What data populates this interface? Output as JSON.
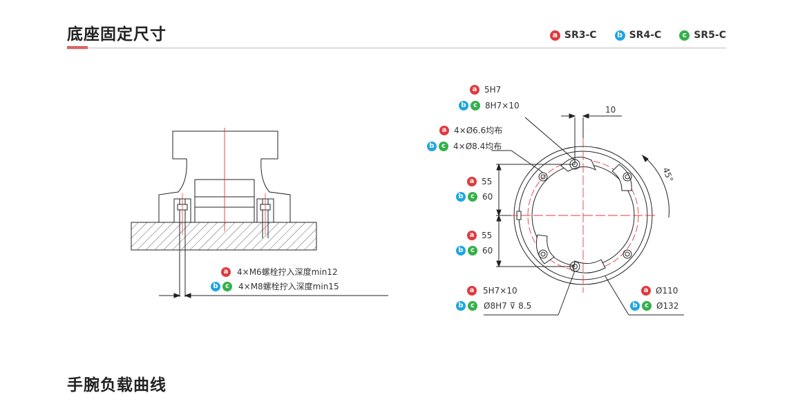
{
  "header": {
    "title": "底座固定尺寸",
    "legend": [
      {
        "badge": "a",
        "label": "SR3-C",
        "color": "#e03a3e"
      },
      {
        "badge": "b",
        "label": "SR4-C",
        "color": "#1fa6e0"
      },
      {
        "badge": "c",
        "label": "SR5-C",
        "color": "#34b04a"
      }
    ]
  },
  "left_drawing": {
    "bolt_note_a": "4×M6螺栓拧入深度min12",
    "bolt_note_bc": "4×M8螺栓拧入深度min15"
  },
  "right_drawing": {
    "pin_top_a": "5H7",
    "pin_top_bc": "8H7×10",
    "holes_a": "4×Ø6.6均布",
    "holes_bc": "4×Ø8.4均布",
    "offset": "10",
    "angle": "45°",
    "upper_a": "55",
    "upper_bc": "60",
    "lower_a": "55",
    "lower_bc": "60",
    "pin_bottom_a": "5H7×10",
    "pin_bottom_bc": "Ø8H7 ⊽ 8.5",
    "diam_a": "Ø110",
    "diam_bc": "Ø132"
  },
  "section2": {
    "title": "手腕负载曲线"
  }
}
